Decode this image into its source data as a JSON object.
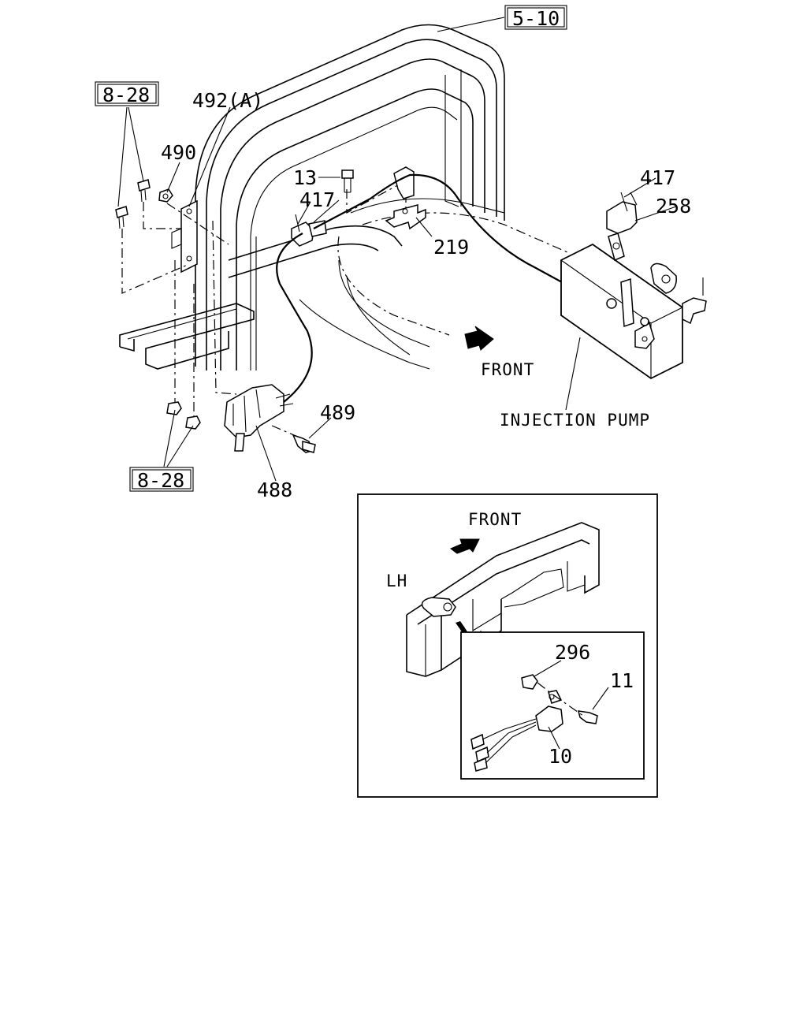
{
  "refs": {
    "ref_5_10": "5-10",
    "ref_8_28_top": "8-28",
    "ref_8_28_bottom": "8-28"
  },
  "callouts": {
    "c492": "492(A)",
    "c490": "490",
    "c13": "13",
    "c417a": "417",
    "c417b": "417",
    "c258": "258",
    "c219": "219",
    "c489": "489",
    "c488": "488",
    "c296": "296",
    "c11": "11",
    "c10": "10"
  },
  "text": {
    "front_main": "FRONT",
    "injection_pump": "INJECTION PUMP",
    "front_inset": "FRONT",
    "lh": "LH"
  }
}
